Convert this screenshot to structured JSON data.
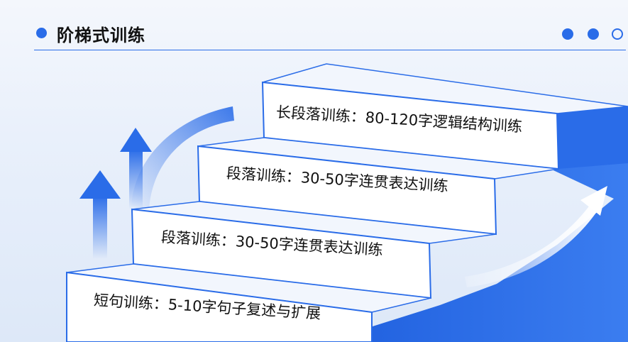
{
  "header": {
    "title": "阶梯式训练"
  },
  "steps": [
    {
      "label": "短句训练：5-10字句子复述与扩展"
    },
    {
      "label": "段落训练：30-50字连贯表达训练"
    },
    {
      "label": "段落训练：30-50字连贯表达训练"
    },
    {
      "label": "长段落训练：80-120字逻辑结构训练"
    }
  ],
  "colors": {
    "accent": "#2a6ce8",
    "step_face": "#ffffff",
    "step_side": "#2f6fe6",
    "step_top": "#f2f6fd"
  },
  "icons": [
    "up-arrow-icon",
    "curved-arrow-icon"
  ]
}
